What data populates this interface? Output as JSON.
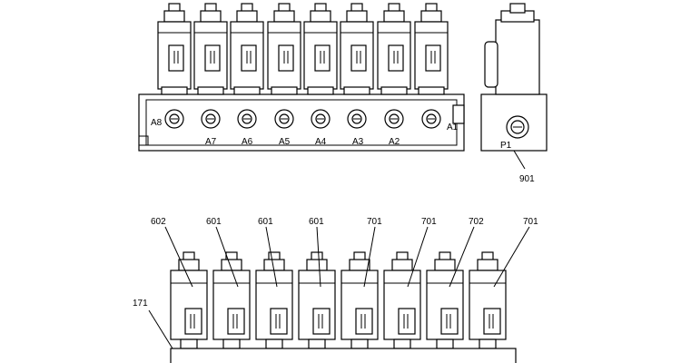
{
  "top_view": {
    "port_labels": [
      "A8",
      "A7",
      "A6",
      "A5",
      "A4",
      "A3",
      "A2",
      "A1"
    ],
    "pressure_port_label": "P1",
    "callout": "901"
  },
  "bottom_view": {
    "callouts": [
      "602",
      "601",
      "601",
      "601",
      "701",
      "701",
      "702",
      "701"
    ],
    "side_callout": "171"
  },
  "colors": {
    "line": "#000000",
    "background": "#ffffff"
  }
}
